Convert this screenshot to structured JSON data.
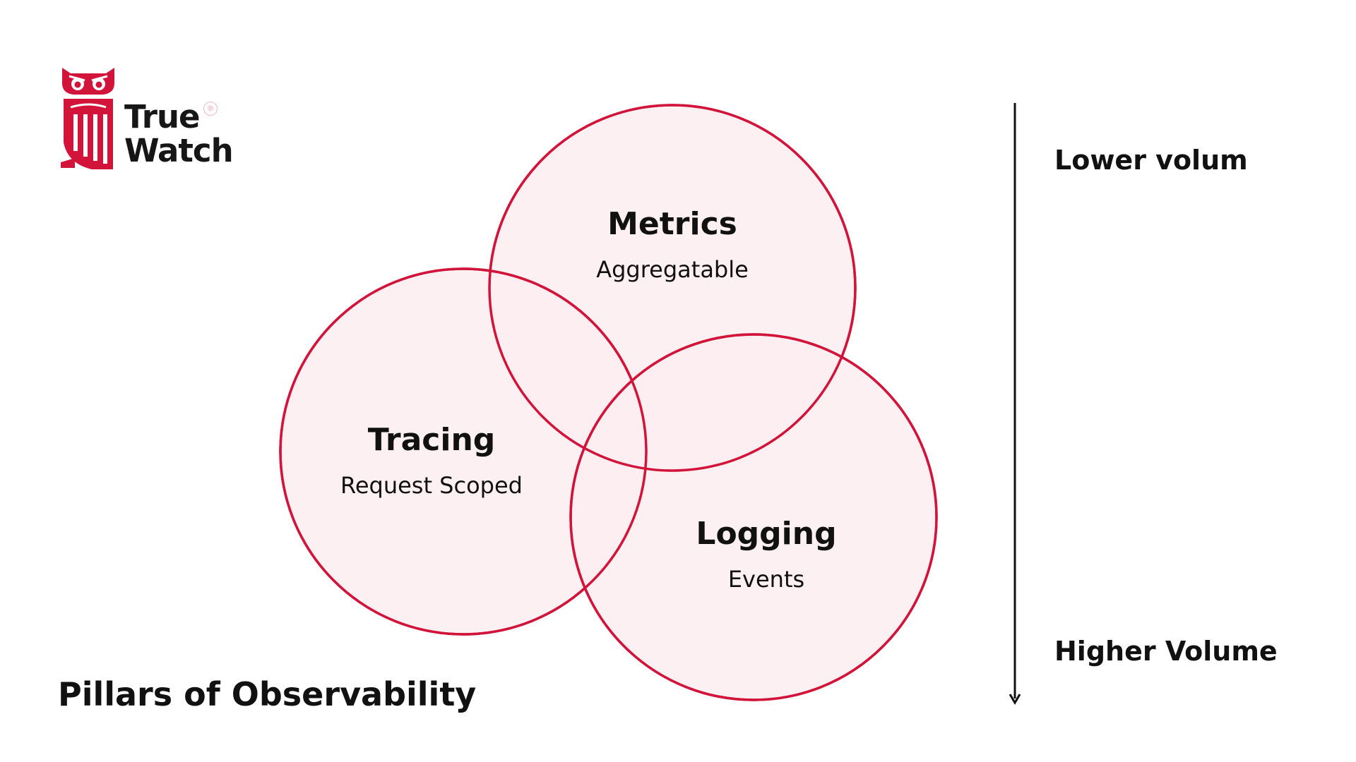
{
  "logo": {
    "line1": "True",
    "line2": "Watch",
    "registered": "®"
  },
  "pillars": {
    "metrics": {
      "title": "Metrics",
      "subtitle": "Aggregatable"
    },
    "tracing": {
      "title": "Tracing",
      "subtitle": "Request Scoped"
    },
    "logging": {
      "title": "Logging",
      "subtitle": "Events"
    }
  },
  "scale": {
    "top_label": "Lower volum",
    "bottom_label": "Higher Volume"
  },
  "footer": {
    "title": "Pillars of Observability"
  },
  "colors": {
    "accent": "#d3143a",
    "circle_fill": "#fdedf1",
    "text": "#111111"
  }
}
